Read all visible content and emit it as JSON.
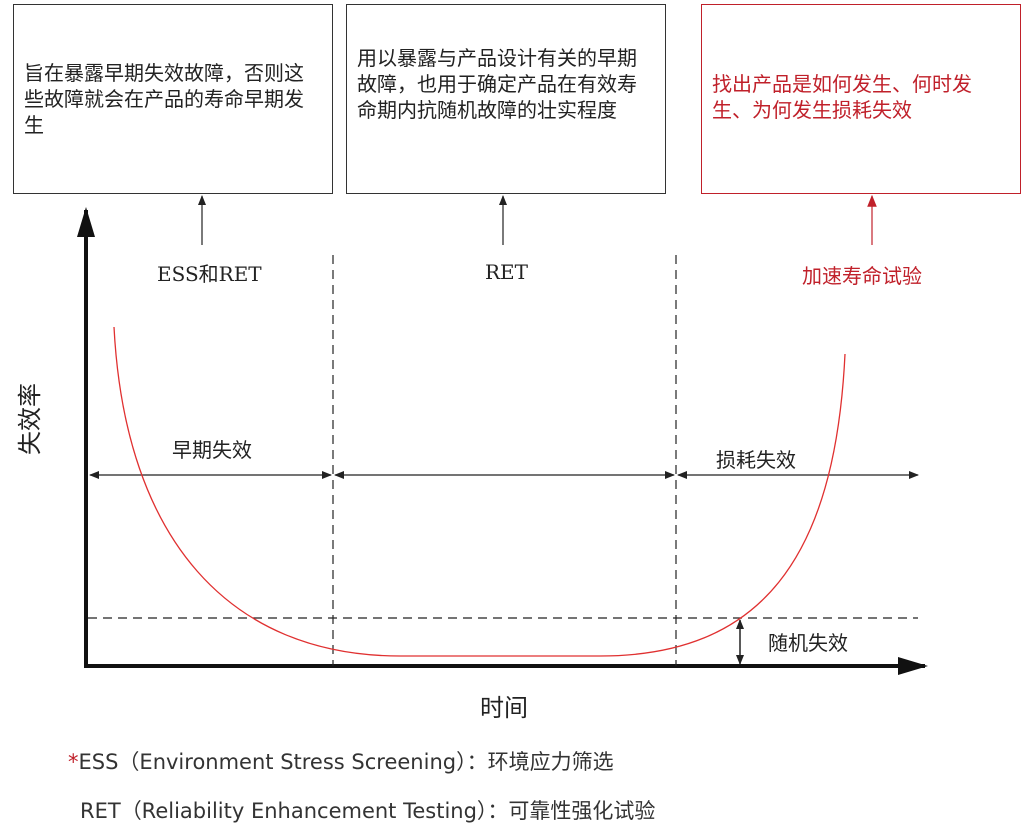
{
  "boxes": {
    "early": "旨在暴露早期失效故障，否则这些故障就会在产品的寿命早期发生",
    "ret": "用以暴露与产品设计有关的早期故障，也用于确定产品在有效寿命期内抗随机故障的壮实程度",
    "alt": "找出产品是如何发生、何时发生、为何发生损耗失效"
  },
  "phase_labels": {
    "ess_ret": "ESS和RET",
    "ret": "RET",
    "alt": "加速寿命试验"
  },
  "region_labels": {
    "early_failure": "早期失效",
    "wearout_failure": "损耗失效",
    "random_failure": "随机失效"
  },
  "axes": {
    "y_label": "失效率",
    "x_label": "时间"
  },
  "legend": {
    "star": "*",
    "ess": "ESS（Environment Stress Screening）：环境应力筛选",
    "ret": "RET（Reliability Enhancement Testing）：可靠性强化试验"
  },
  "colors": {
    "curve": "#e03030",
    "accent_red": "#c0202a",
    "line": "#222222"
  }
}
